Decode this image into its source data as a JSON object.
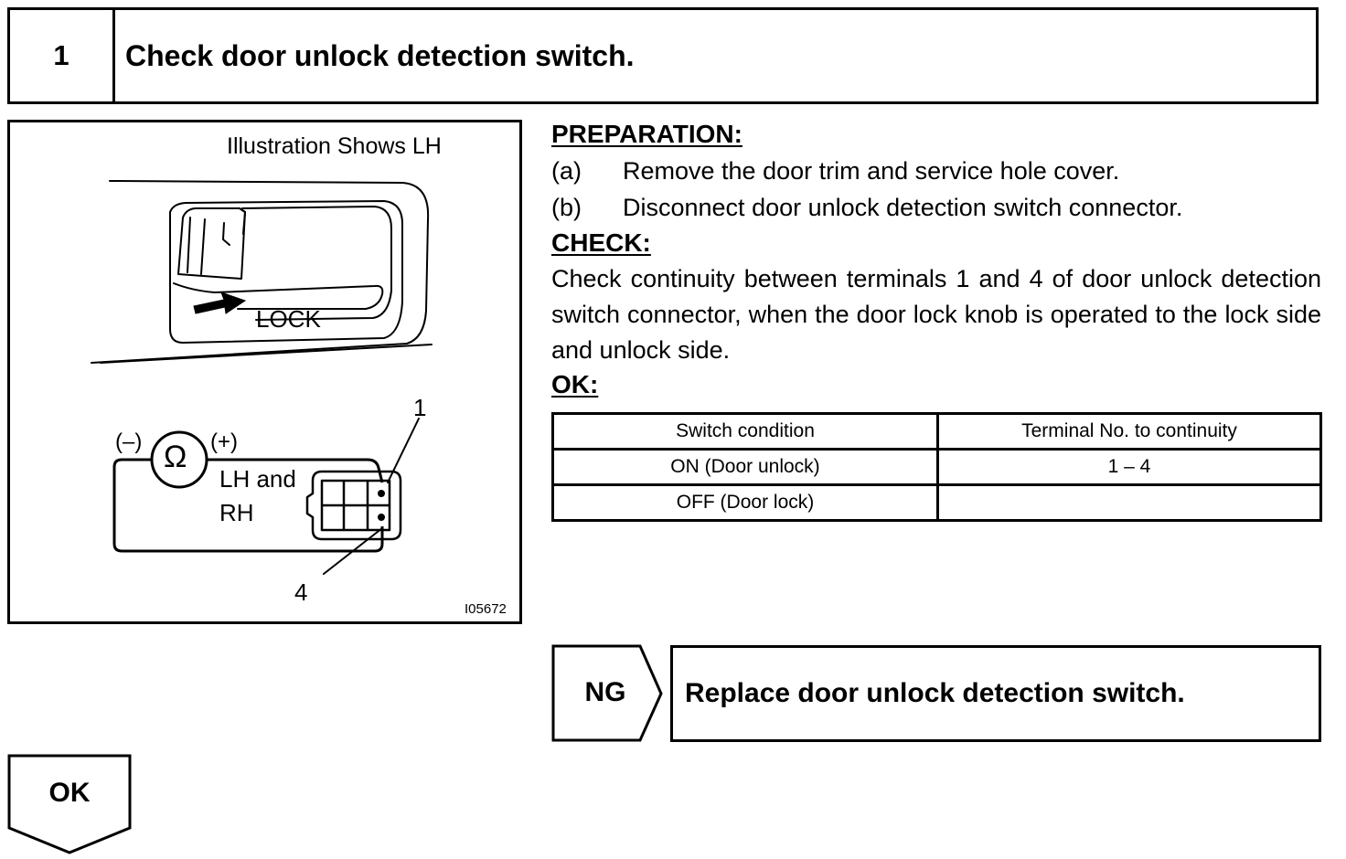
{
  "step": {
    "number": "1",
    "title": "Check door unlock detection switch."
  },
  "illustration": {
    "caption": "Illustration Shows LH",
    "lock_label": "LOCK",
    "minus_label": "(–)",
    "ohm_symbol": "Ω",
    "plus_label": "(+)",
    "side_line1": "LH and",
    "side_line2": "RH",
    "terminal_top": "1",
    "terminal_bottom": "4",
    "code": "I05672"
  },
  "preparation": {
    "heading": "PREPARATION:",
    "steps": [
      {
        "marker": "(a)",
        "text": "Remove the door trim and service hole cover."
      },
      {
        "marker": "(b)",
        "text": "Disconnect door unlock detection switch connector."
      }
    ]
  },
  "check": {
    "heading": "CHECK:",
    "text": "Check continuity between terminals 1 and 4 of door unlock detection switch connector, when the door lock knob is oper­ated to the lock side and unlock side."
  },
  "ok": {
    "heading": "OK:",
    "table": {
      "headers": [
        "Switch condition",
        "Terminal No. to continuity"
      ],
      "rows": [
        [
          "ON (Door unlock)",
          "1 – 4"
        ],
        [
          "OFF (Door lock)",
          ""
        ]
      ]
    }
  },
  "branch_ng": {
    "label": "NG",
    "action": "Replace door unlock detection switch."
  },
  "branch_ok": {
    "label": "OK"
  }
}
